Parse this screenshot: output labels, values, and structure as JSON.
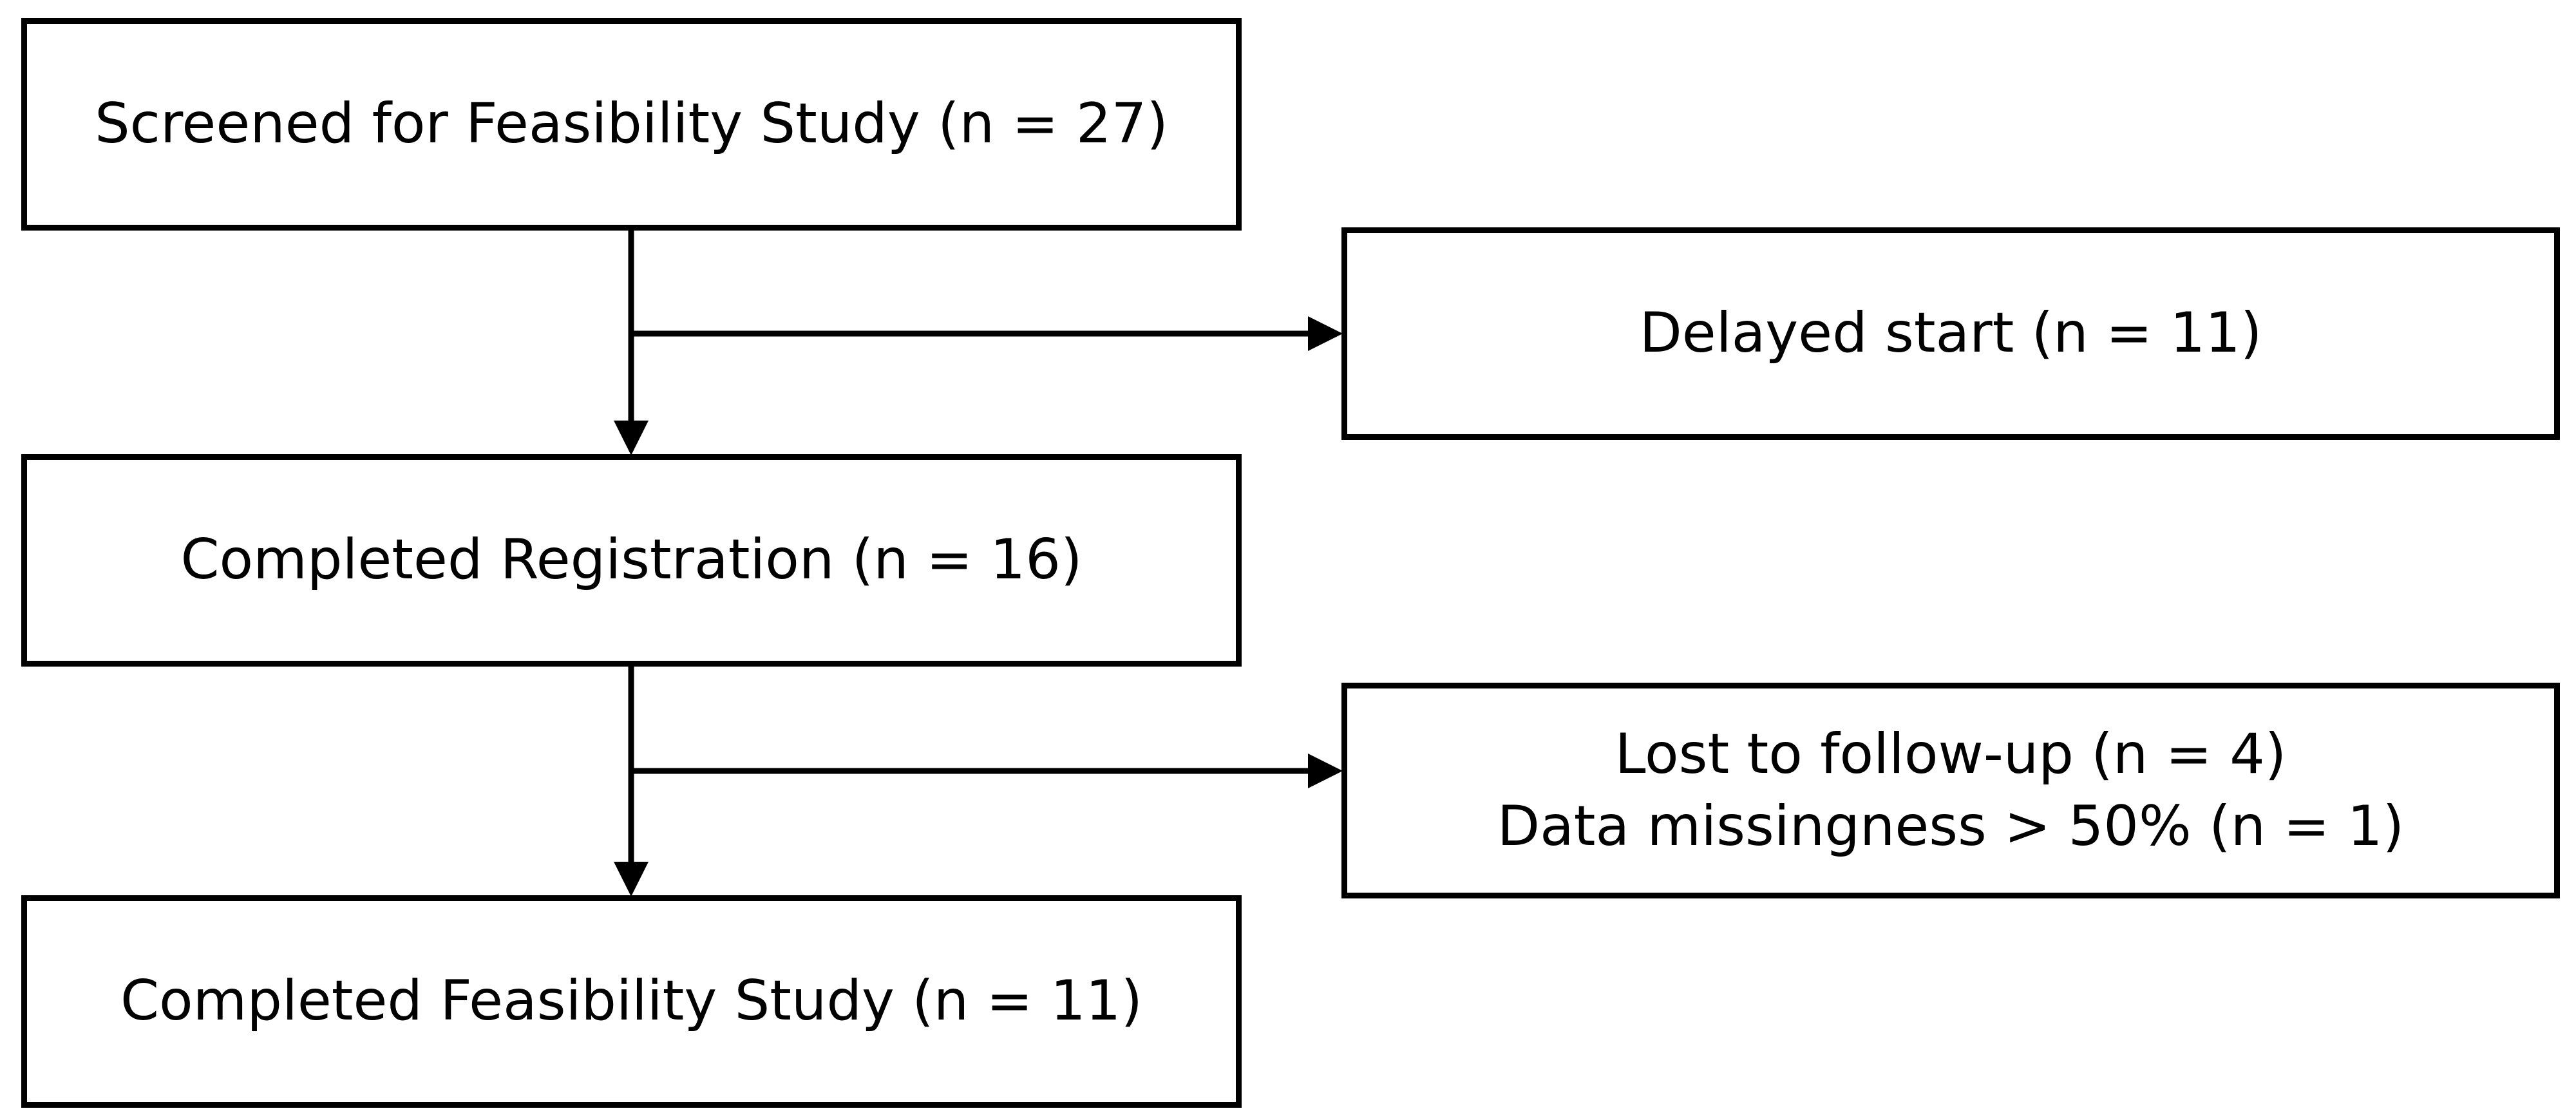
{
  "flowchart": {
    "screened": {
      "label": "Screened for Feasibility Study (n = 27)"
    },
    "delayed": {
      "label": "Delayed start (n = 11)"
    },
    "registered": {
      "label": "Completed Registration (n = 16)"
    },
    "excluded": {
      "line1": "Lost to follow-up (n = 4)",
      "line2": "Data missingness > 50% (n = 1)"
    },
    "completed": {
      "label": "Completed Feasibility Study (n = 11)"
    }
  },
  "colors": {
    "stroke": "#000000",
    "background": "#ffffff"
  }
}
